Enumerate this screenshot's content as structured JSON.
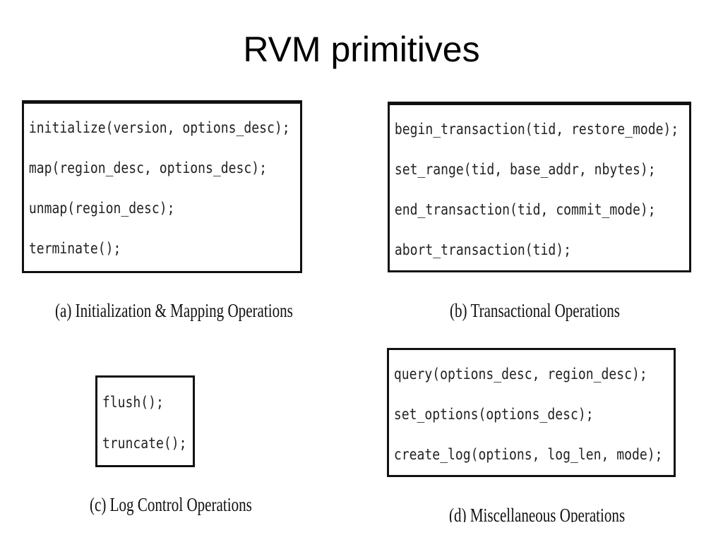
{
  "title": "RVM primitives",
  "panels": {
    "a": {
      "lines": [
        "initialize(version, options_desc);",
        "map(region_desc, options_desc);",
        "unmap(region_desc);",
        "terminate();"
      ],
      "caption": "(a) Initialization & Mapping Operations"
    },
    "b": {
      "lines": [
        "begin_transaction(tid, restore_mode);",
        "set_range(tid, base_addr, nbytes);",
        "end_transaction(tid, commit_mode);",
        "abort_transaction(tid);"
      ],
      "caption": "(b) Transactional Operations"
    },
    "c": {
      "lines": [
        "flush();",
        "truncate();"
      ],
      "caption": "(c) Log Control Operations"
    },
    "d": {
      "lines": [
        "query(options_desc, region_desc);",
        "set_options(options_desc);",
        "create_log(options, log_len, mode);"
      ],
      "caption": "(d) Miscellaneous Operations"
    }
  }
}
